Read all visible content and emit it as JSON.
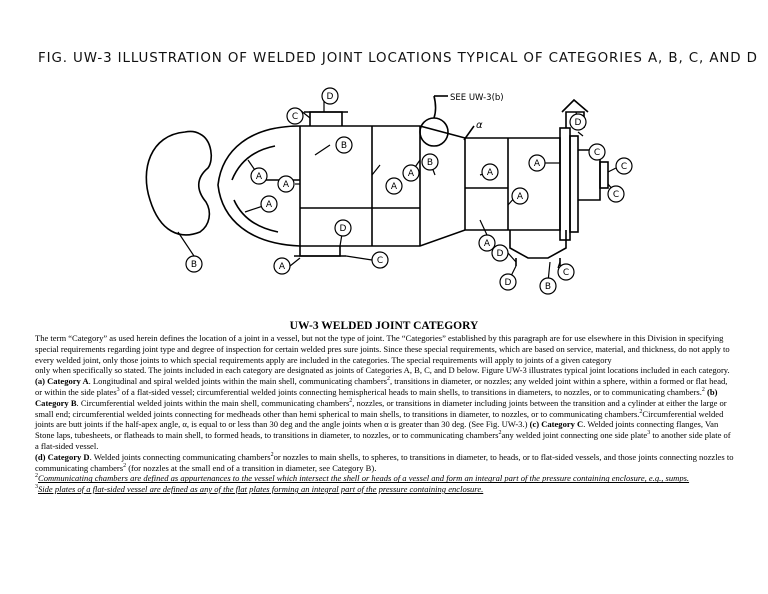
{
  "figure": {
    "title": "FIG. UW-3   ILLUSTRATION OF WELDED JOINT LOCATIONS TYPICAL OF CATEGORIES A, B, C, AND D",
    "callout_see": "SEE UW-3(b)",
    "alpha_symbol": "α",
    "labels": {
      "A": "A",
      "B": "B",
      "C": "C",
      "D": "D"
    }
  },
  "section": {
    "title": "UW-3 WELDED JOINT CATEGORY",
    "intro": "The term “Category” as used herein defines the location of a joint in a vessel, but not the type of joint. The “Categories” established by this paragraph are for use elsewhere in this Division in specifying special requirements regarding joint type and degree of inspection for certain welded pres sure joints. Since these special requirements, which are based on service, material, and thickness, do not apply to every welded joint, only those joints to which special requirements apply are included in the categories. The special requirements will apply to joints of a given category",
    "para2": "only when specifically so stated. The joints included in each category are designated as joints of Categories A, B, C, and D below. Figure UW-3 illustrates typical joint locations included in each category.",
    "cat_a_label": "(a) Category A",
    "cat_a_text": ". Longitudinal and spiral welded joints within the main shell, communicating chambers",
    "cat_a_text2": ", transitions in diameter, or nozzles; any welded joint within a sphere, within a formed or flat head, or within the side plates",
    "cat_a_text3": " of a flat-sided vessel; circumferential welded joints connecting hemispherical heads to main shells, to transitions in diameters, to nozzles, or to communicating chambers.",
    "cat_b_label": "(b) Category B",
    "cat_b_text": ". Circumferential welded joints within the main shell, communicating chambers",
    "cat_b_text2": ", nozzles, or transitions in diameter including joints between the transition and a cylinder at either the large or small end; circumferential welded joints connecting for medheads other than hemi spherical to main shells, to transitions in diameter, to nozzles, or to communicating chambers.",
    "cat_b_text3": "Circumferential welded joints are butt joints if the half-apex angle, α, is equal to or less than 30 deg and the angle joints when α is greater than 30 deg. (See Fig. UW-3.)",
    "cat_c_label": "(c) Category C",
    "cat_c_text": ". Welded joints connecting flanges, Van Stone laps, tubesheets, or flatheads to main shell, to formed heads, to transitions in diameter, to nozzles, or to communicating chambers",
    "cat_c_text2": "any welded joint connecting one side plate",
    "cat_c_text3": " to another side plate of a flat-sided vessel.",
    "cat_d_label": "(d) Category D",
    "cat_d_text": ". Welded joints connecting communicating chambers",
    "cat_d_text2": "or nozzles to main shells, to spheres, to transitions in diameter, to heads, or to flat-sided vessels, and those joints connecting nozzles to communicating chambers",
    "cat_d_text3": " (for nozzles at the small end of a transition in diameter, see Category B).",
    "sup_2": "2",
    "sup_3": "3",
    "footnote_1": "Communicating chambers are defined as appurtenances to the vessel which intersect the shell or heads of a vessel and form an integral part of the pressure containing enclosure, e.g., sumps.",
    "footnote_2": "Side plates of a flat-sided vessel are defined as any of the flat plates forming an integral part of the pressure containing enclosure."
  }
}
